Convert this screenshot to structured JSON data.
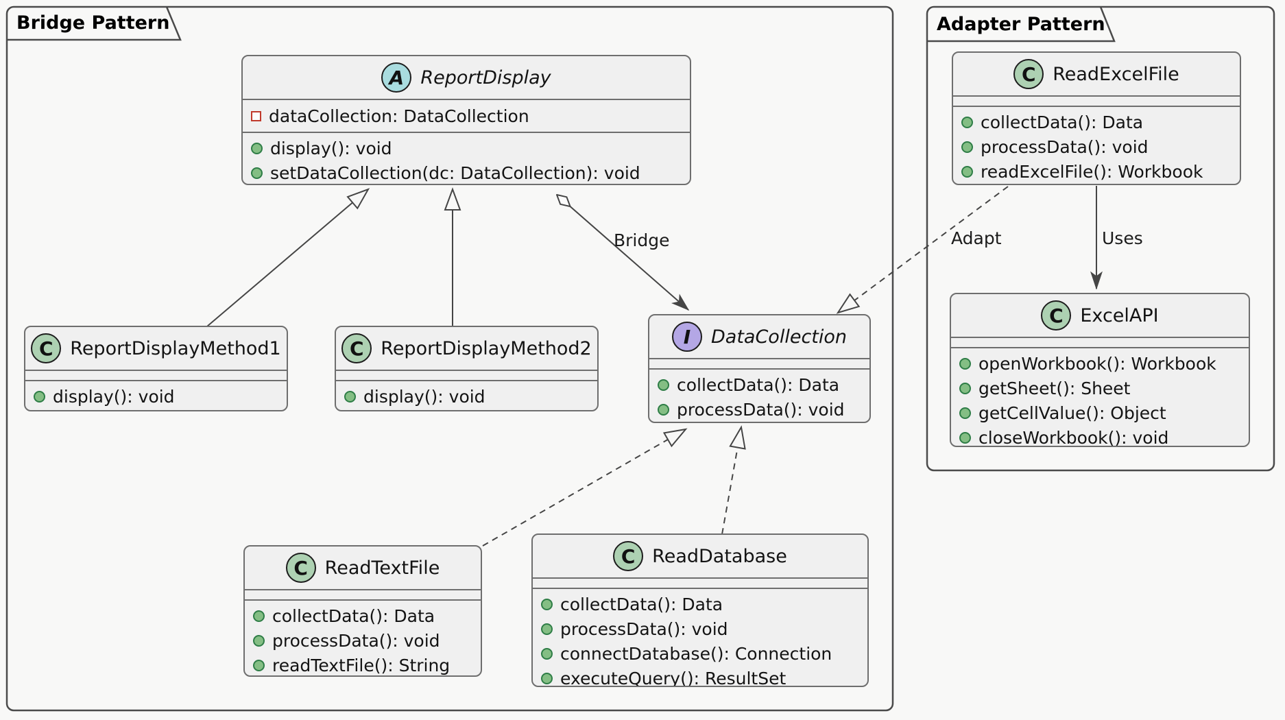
{
  "frames": {
    "bridge": {
      "label": "Bridge Pattern"
    },
    "adapter": {
      "label": "Adapter Pattern"
    }
  },
  "classes": {
    "reportDisplay": {
      "badge": "A",
      "name": "ReportDisplay",
      "fields": [
        "dataCollection: DataCollection"
      ],
      "methods": [
        "display(): void",
        "setDataCollection(dc: DataCollection): void"
      ]
    },
    "reportDisplayMethod1": {
      "badge": "C",
      "name": "ReportDisplayMethod1",
      "methods": [
        "display(): void"
      ]
    },
    "reportDisplayMethod2": {
      "badge": "C",
      "name": "ReportDisplayMethod2",
      "methods": [
        "display(): void"
      ]
    },
    "dataCollection": {
      "badge": "I",
      "name": "DataCollection",
      "methods": [
        "collectData(): Data",
        "processData(): void"
      ]
    },
    "readTextFile": {
      "badge": "C",
      "name": "ReadTextFile",
      "methods": [
        "collectData(): Data",
        "processData(): void",
        "readTextFile(): String"
      ]
    },
    "readDatabase": {
      "badge": "C",
      "name": "ReadDatabase",
      "methods": [
        "collectData(): Data",
        "processData(): void",
        "connectDatabase(): Connection",
        "executeQuery(): ResultSet"
      ]
    },
    "readExcelFile": {
      "badge": "C",
      "name": "ReadExcelFile",
      "methods": [
        "collectData(): Data",
        "processData(): void",
        "readExcelFile(): Workbook"
      ]
    },
    "excelAPI": {
      "badge": "C",
      "name": "ExcelAPI",
      "methods": [
        "openWorkbook(): Workbook",
        "getSheet(): Sheet",
        "getCellValue(): Object",
        "closeWorkbook(): void"
      ]
    }
  },
  "edges": {
    "bridge_label": "Bridge",
    "adapt_label": "Adapt",
    "uses_label": "Uses"
  },
  "colors": {
    "abstract_badge": "#A9DCDF",
    "class_badge": "#ADD1B2",
    "interface_badge": "#B4A7E5",
    "public_member_dot": "#84BE84",
    "private_member_square": "#C0392B",
    "box_fill": "#F0F0F0",
    "border": "#6E6E6E",
    "edge_stroke": "#454545",
    "background": "#F8F8F7"
  }
}
